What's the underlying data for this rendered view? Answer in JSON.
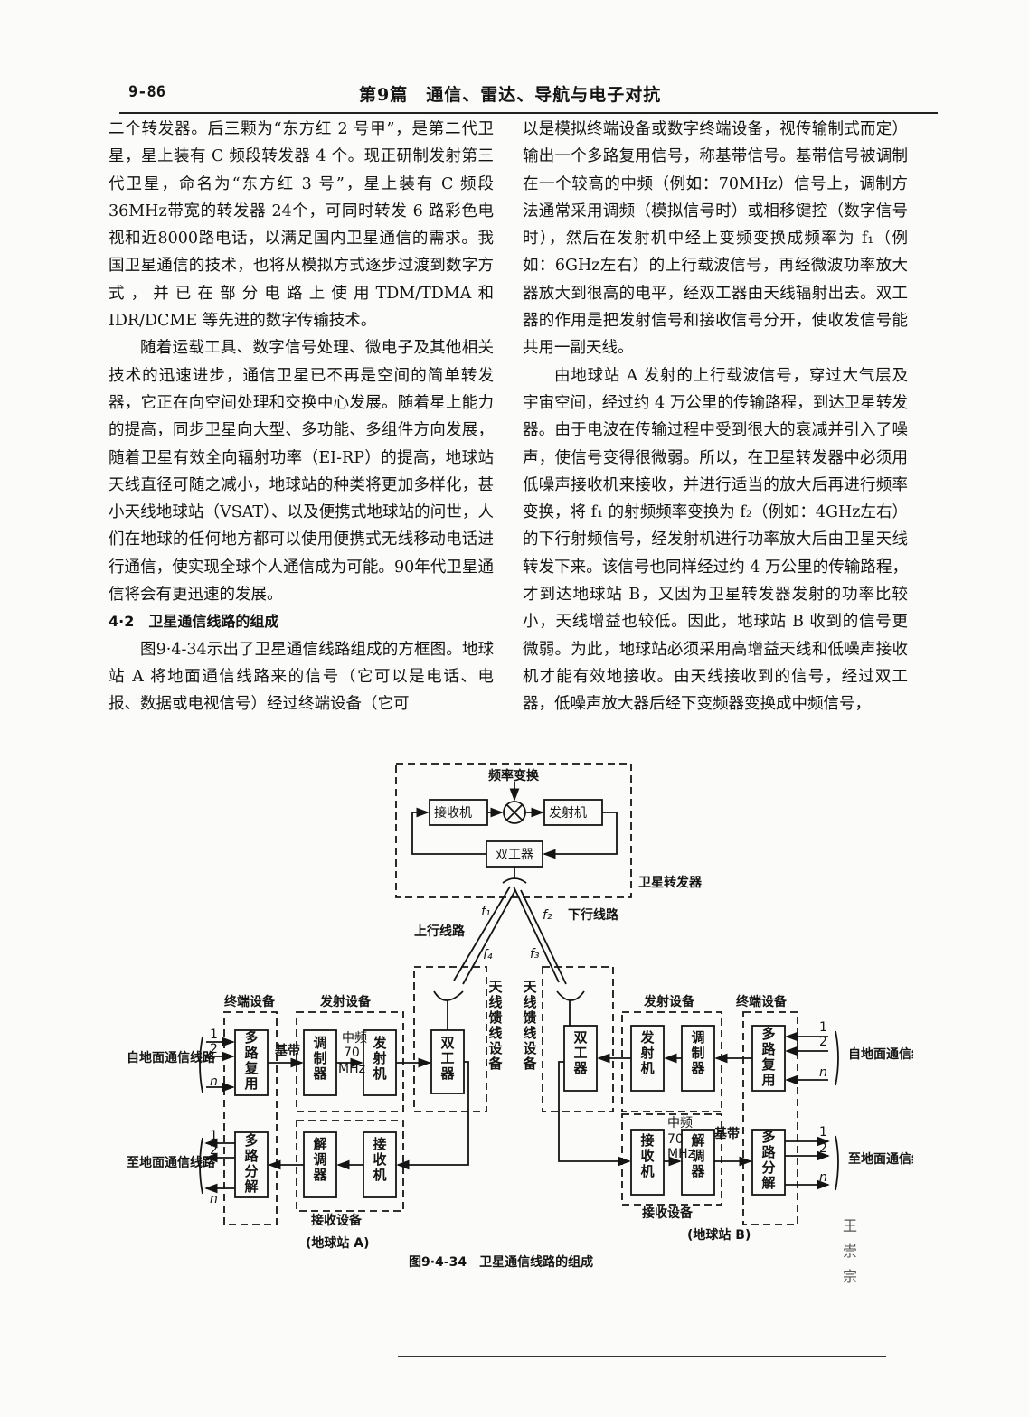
{
  "header": {
    "page_number": "9-86",
    "section_title": "第9篇　通信、雷达、导航与电子对抗"
  },
  "left_column": {
    "p1": "二个转发器。后三颗为“东方红 2 号甲”，是第二代卫星，星上装有 C 频段转发器 4 个。现正研制发射第三代卫星，命名为“东方红 3 号”，星上装有 C 频段 36MHz带宽的转发器 24个，可同时转发 6 路彩色电视和近8000路电话，以满足国内卫星通信的需求。我国卫星通信的技术，也将从模拟方式逐步过渡到数字方式，并已在部分电路上使用TDM/TDMA和 IDR/DCME 等先进的数字传输技术。",
    "p2": "随着运载工具、数字信号处理、微电子及其他相关技术的迅速进步，通信卫星已不再是空间的简单转发器，它正在向空间处理和交换中心发展。随着星上能力的提高，同步卫星向大型、多功能、多组件方向发展，随着卫星有效全向辐射功率（EI-RP）的提高，地球站天线直径可随之减小，地球站的种类将更加多样化，甚小天线地球站（VSAT）、以及便携式地球站的问世，人们在地球的任何地方都可以使用便携式无线移动电话进行通信，使实现全球个人通信成为可能。90年代卫星通信将会有更迅速的发展。",
    "heading": "4·2　卫星通信线路的组成",
    "p3": "图9·4-34示出了卫星通信线路组成的方框图。地球站 A 将地面通信线路来的信号（它可以是电话、电报、数据或电视信号）经过终端设备（它可"
  },
  "right_column": {
    "p1": "以是模拟终端设备或数字终端设备，视传输制式而定）输出一个多路复用信号，称基带信号。基带信号被调制在一个较高的中频（例如：70MHz）信号上，调制方法通常采用调频（模拟信号时）或相移键控（数字信号时），然后在发射机中经上变频变换成频率为 f₁（例如：6GHz左右）的上行载波信号，再经微波功率放大器放大到很高的电平，经双工器由天线辐射出去。双工器的作用是把发射信号和接收信号分开，使收发信号能共用一副天线。",
    "p2": "由地球站 A 发射的上行载波信号，穿过大气层及宇宙空间，经过约 4 万公里的传输路程，到达卫星转发器。由于电波在传输过程中受到很大的衰减并引入了噪声，使信号变得很微弱。所以，在卫星转发器中必须用低噪声接收机来接收，并进行适当的放大后再进行频率变换，将 f₁ 的射频频率变换为 f₂（例如：4GHz左右）的下行射频信号，经发射机进行功率放大后由卫星天线转发下来。该信号也同样经过约 4 万公里的传输路程，才到达地球站 B，又因为卫星转发器发射的功率比较小，天线增益也较低。因此，地球站 B 收到的信号更微弱。为此，地球站必须采用高增益天线和低噪声接收机才能有效地接收。由天线接收到的信号，经过双工器，低噪声放大器后经下变频器变换成中频信号，"
  },
  "diagram": {
    "freq_conversion": "频率变换",
    "sat_receiver": "接收机",
    "sat_transmitter": "发射机",
    "sat_duplexer": "双工器",
    "sat_transponder": "卫星转发器",
    "uplink": "上行线路",
    "downlink": "下行线路",
    "f1": "f₁",
    "f2": "f₂",
    "f3": "f₃",
    "f4": "f₄",
    "feeder": "天线馈线设备",
    "terminal_equipment": "终端设备",
    "transmit_equipment": "发射设备",
    "receive_equipment": "接收设备",
    "mux": "多路复用",
    "demux": "多路分解",
    "modulator": "调制器",
    "demodulator": "解调器",
    "transmitter": "发射机",
    "receiver": "接收机",
    "duplexer": "双工器",
    "baseband": "基带",
    "if_label": "中频",
    "if_freq": "70",
    "mhz": "MHz",
    "from_ground_line": "自地面通信线路",
    "to_ground_line": "至地面通信线路",
    "line_1": "1",
    "line_2": "2",
    "line_n": "n",
    "station_a": "(地球站 A)",
    "station_b": "(地球站 B)",
    "caption": "图9·4-34　卫星通信线路的组成"
  },
  "margin": [
    "王",
    "崇",
    "宗"
  ]
}
